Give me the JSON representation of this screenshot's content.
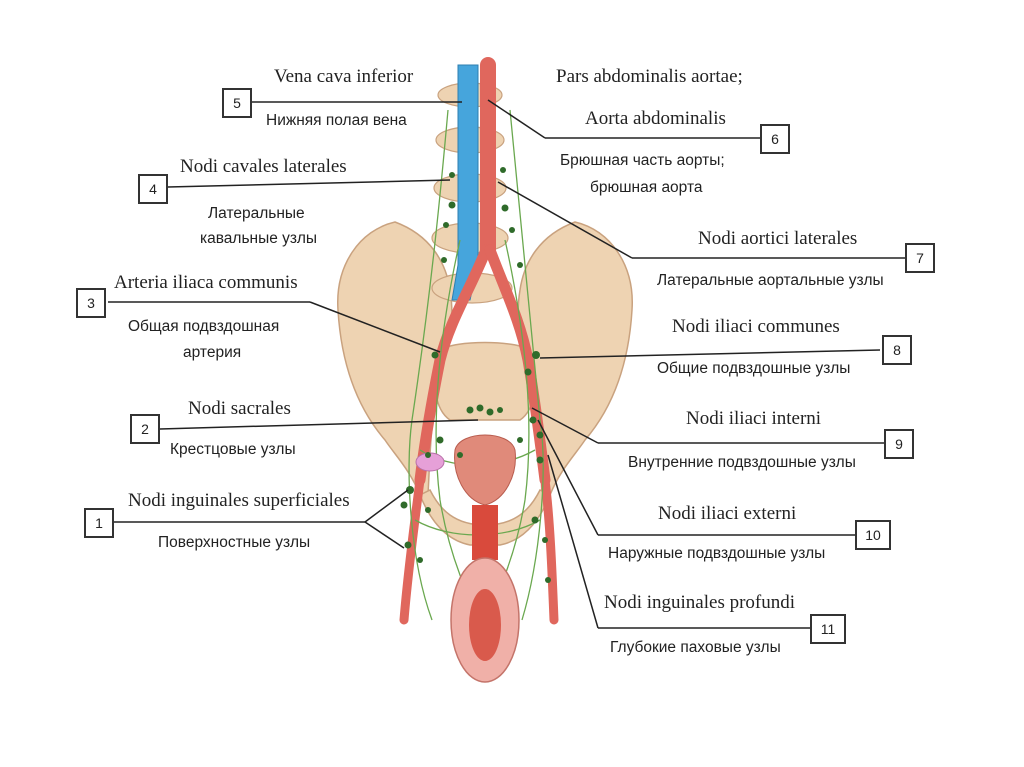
{
  "labels": [
    {
      "num": "5",
      "latin": "Vena cava inferior",
      "russian": "Нижняя полая вена"
    },
    {
      "num": "6",
      "latin": "Pars abdominalis aortae;",
      "latin2": "Aorta abdominalis",
      "russian": "Брюшная часть аорты;",
      "russian2": "брюшная аорта"
    },
    {
      "num": "4",
      "latin": "Nodi cavales laterales",
      "russian": "Латеральные",
      "russian2": "кавальные узлы"
    },
    {
      "num": "7",
      "latin": "Nodi aortici laterales",
      "russian": "Латеральные аортальные узлы"
    },
    {
      "num": "3",
      "latin": "Arteria iliaca communis",
      "russian": "Общая подвздошная",
      "russian2": "артерия"
    },
    {
      "num": "8",
      "latin": "Nodi iliaci communes",
      "russian": "Общие подвздошные узлы"
    },
    {
      "num": "2",
      "latin": "Nodi sacrales",
      "russian": "Крестцовые узлы"
    },
    {
      "num": "9",
      "latin": "Nodi iliaci interni",
      "russian": "Внутренние подвздошные узлы"
    },
    {
      "num": "1",
      "latin": "Nodi inguinales superficiales",
      "russian": "Поверхностные узлы"
    },
    {
      "num": "10",
      "latin": "Nodi iliaci externi",
      "russian": "Наружные подвздошные узлы"
    },
    {
      "num": "11",
      "latin": "Nodi inguinales profundi",
      "russian": "Глубокие паховые узлы"
    }
  ],
  "colors": {
    "bone": "#eed3b2",
    "bone_edge": "#c9a27f",
    "artery": "#e0675d",
    "vein": "#46a5dc",
    "node": "#2f6b2a",
    "vessel_lymph": "#6aa84f",
    "uterus": "#e08a7a"
  }
}
